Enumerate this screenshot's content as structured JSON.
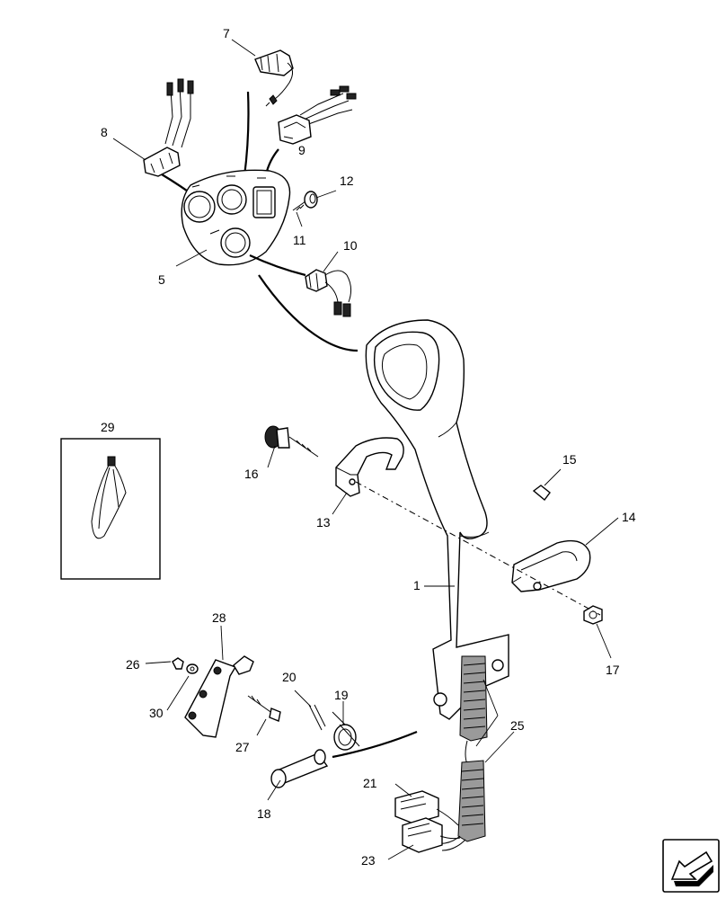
{
  "labels": [
    {
      "id": "1",
      "text": "1"
    },
    {
      "id": "5",
      "text": "5"
    },
    {
      "id": "7",
      "text": "7"
    },
    {
      "id": "8",
      "text": "8"
    },
    {
      "id": "9",
      "text": "9"
    },
    {
      "id": "10",
      "text": "10"
    },
    {
      "id": "11",
      "text": "11"
    },
    {
      "id": "12",
      "text": "12"
    },
    {
      "id": "13",
      "text": "13"
    },
    {
      "id": "14",
      "text": "14"
    },
    {
      "id": "15",
      "text": "15"
    },
    {
      "id": "16",
      "text": "16"
    },
    {
      "id": "17",
      "text": "17"
    },
    {
      "id": "18",
      "text": "18"
    },
    {
      "id": "19",
      "text": "19"
    },
    {
      "id": "20",
      "text": "20"
    },
    {
      "id": "21",
      "text": "21"
    },
    {
      "id": "23",
      "text": "23"
    },
    {
      "id": "25",
      "text": "25"
    },
    {
      "id": "26",
      "text": "26"
    },
    {
      "id": "27",
      "text": "27"
    },
    {
      "id": "28",
      "text": "28"
    },
    {
      "id": "29",
      "text": "29"
    },
    {
      "id": "30",
      "text": "30"
    }
  ],
  "nav_icon": "arrow-icon"
}
